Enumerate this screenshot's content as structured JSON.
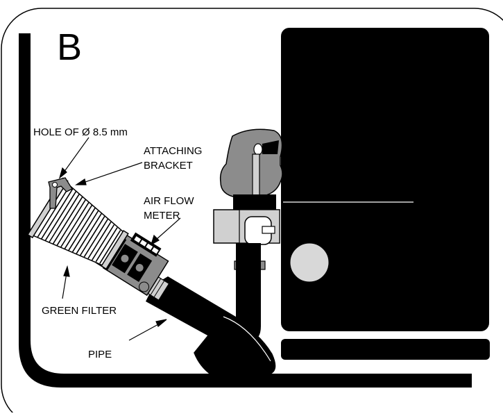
{
  "panel": {
    "letter": "B"
  },
  "labels": {
    "hole": "HOLE OF Ø 8.5 mm",
    "attaching_line1": "ATTACHING",
    "attaching_line2": "BRACKET",
    "airflow_line1": "AIR FLOW",
    "airflow_line2": "METER",
    "green_filter": "GREEN FILTER",
    "pipe": "PIPE"
  },
  "colors": {
    "outline": "#000000",
    "dark_fill": "#1a1a1a",
    "grey_part": "#8c8c8c",
    "light_grey": "#d0d0d0",
    "background": "#ffffff"
  }
}
